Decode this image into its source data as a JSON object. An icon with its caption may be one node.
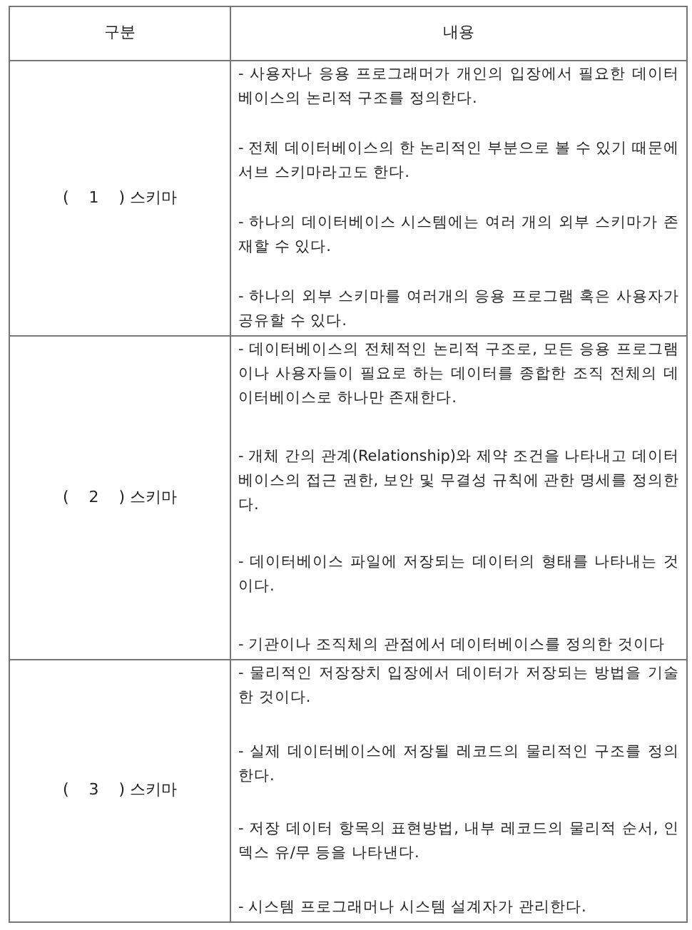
{
  "diagram": {
    "labels": [
      "구분",
      "내용",
      "(    1    ) 스키마",
      "- 사용자나 응용 프로그래머가 개인의 입장에서 필요한 데이터베이스의 논리적 구조를 정의한다.",
      "- 전체 데이터베이스의 한 논리적인 부분으로 볼 수 있기 때문에 서브 스키마라고도 한다.",
      "- 하나의 데이터베이스 시스템에는 여러 개의 외부 스키마가 존재할 수 있다.",
      "- 하나의 외부 스키마를 여러개의 응용 프로그램 혹은 사용자가 공유할 수 있다.",
      "(    2    ) 스키마",
      "- 데이터베이스의 전체적인 논리적 구조로, 모든 응용 프로그램이나 사용자들이 필요로 하는 데이터를 종합한 조직 전체의 데이터베이스로 하나만 존재한다.",
      "- 개체 간의 관계(Relationship)와 제약 조건을 나타내고 데이터베이스의 접근 권한, 보안 및 무결성 규칙에 관한 명세를 정의한다.",
      "- 데이터베이스 파일에 저장되는 데이터의 형태를 나타내는 것이다.",
      "- 기관이나 조직체의 관점에서 데이터베이스를 정의한 것이다",
      "(    3    ) 스키마",
      "- 물리적인 저장장치 입장에서 데이터가 저장되는 방법을 기술한 것이다.",
      "- 실제 데이터베이스에 저장될 레코드의 물리적인 구조를 정의한다.",
      "- 저장 데이터 항목의 표현방법, 내부 레코드의 물리적 순서, 인덱스 유/무 등을 나타낸다.",
      "- 시스템 프로그래머나 시스템 설계자가 관리한다."
    ]
  }
}
